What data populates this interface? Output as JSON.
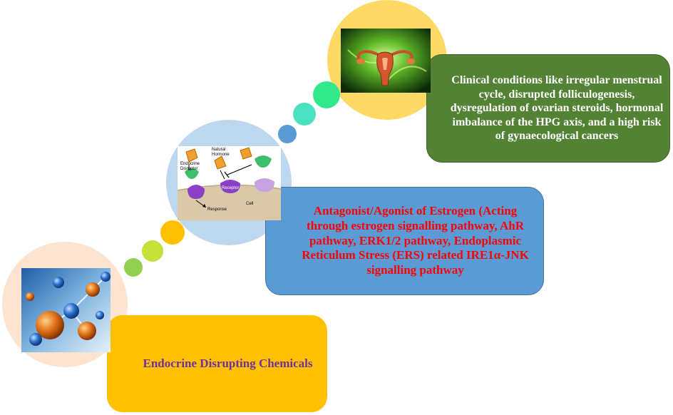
{
  "boxes": {
    "edc": "Endocrine Disrupting Chemicals",
    "antagonist": "Antagonist/Agonist of Estrogen (Acting through estrogen signalling pathway, AhR pathway, ERK1/2 pathway, Endoplasmic Reticulum Stress (ERS) related IRE1α-JNK signalling pathway",
    "clinical": "Clinical conditions like irregular menstrual cycle, disrupted folliculogenesis, dysregulation of ovarian steroids, hormonal imbalance of the HPG axis, and a high risk of gynaecological cancers"
  },
  "cell_diagram": {
    "natural_hormone": "Natural Hormone",
    "endocrine_disruptor": "Endocrine Disruptor",
    "receptor": "Receptor",
    "response": "Response",
    "cell": "Cell"
  },
  "colors": {
    "edc_box": "#ffc000",
    "edc_text": "#7030a0",
    "antagonist_box": "#5b9bd5",
    "antagonist_text": "#ff0000",
    "clinical_box": "#548235",
    "clinical_text": "#ffffff",
    "circle_edc": "#fce4d0",
    "circle_cell": "#bdd7ee",
    "circle_uterus": "#ffd966"
  },
  "icons": [
    "molecule-image",
    "receptor-binding-diagram",
    "uterus-image"
  ]
}
